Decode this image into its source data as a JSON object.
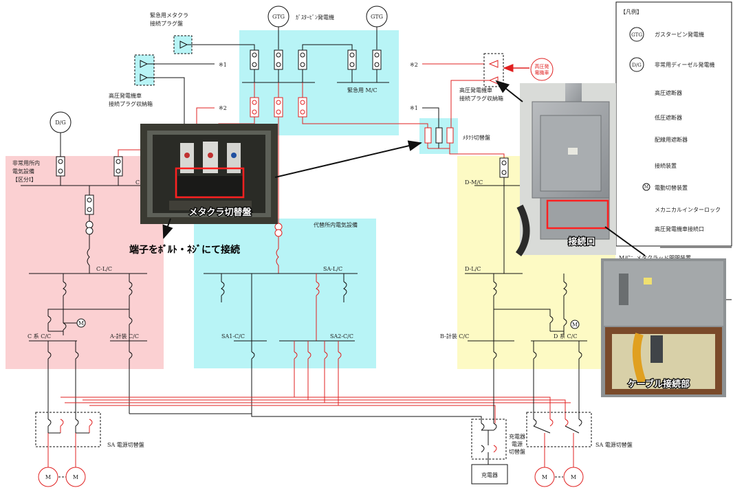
{
  "title_labels": {
    "emergency_plug": "緊急用メタクラ接続プラグ盤",
    "emergency_plug_l1": "緊急用メタクラ",
    "emergency_plug_l2": "接続プラグ盤",
    "gtg_label": "ｶﾞｽﾀｰﾋﾞﾝ発電機",
    "gtg": "GTG",
    "dg": "D/G",
    "emergency_mc": "緊急用 M/C",
    "hv_box_left_l1": "高圧発電機車",
    "hv_box_left_l2": "接続プラグ収納箱",
    "hv_box_right_l1": "高圧発電機車",
    "hv_box_right_l2": "接続プラグ収納箱",
    "note1": "※1",
    "note2": "※2",
    "hv_truck_badge_l1": "高圧発",
    "hv_truck_badge_l2": "電機車",
    "metacla_switch": "ﾒﾀｸﾗ切替盤",
    "area_left_l1": "非常用所内",
    "area_left_l2": "電気設備",
    "area_left_l3": "【区分Ⅰ】",
    "c_mc": "C",
    "d_mc": "D-M/C",
    "alt_area": "代替所内電気設備",
    "c_lc": "C-L/C",
    "sa_lc": "SA-L/C",
    "d_lc": "D-L/C",
    "c_cc": "C 系 C/C",
    "a_cc": "A-計装 C/C",
    "sa1_cc": "SA1-C/C",
    "sa2_cc": "SA2-C/C",
    "b_cc": "B-計装 C/C",
    "d_cc": "D 系 C/C",
    "sa_switch_left": "SA 電源切替盤",
    "sa_switch_right": "SA 電源切替盤",
    "charger_switch_l1": "充電器",
    "charger_switch_l2": "電源",
    "charger_switch_l3": "切替盤",
    "charger": "充電器",
    "motor": "M",
    "photo_metacla_caption": "メタクラ切替盤",
    "photo_connector_caption": "接続口",
    "photo_cable_caption": "ケーブル接続部",
    "bolt_caption": "端子をﾎﾞﾙﾄ・ﾈｼﾞにて接続",
    "mc_note": "M/C：メタクラッド開閉装置"
  },
  "legend": {
    "title": "【凡例】",
    "items": [
      {
        "symbol": "GTG",
        "label": "ガスタービン発電機"
      },
      {
        "symbol": "D/G",
        "label": "非常用ディーゼル発電機"
      },
      {
        "symbol": "",
        "label": "高圧遮断器"
      },
      {
        "symbol": "",
        "label": "低圧遮断器"
      },
      {
        "symbol": "",
        "label": "配線用遮断器"
      },
      {
        "symbol": "",
        "label": "接続装置"
      },
      {
        "symbol": "M",
        "label": "電動切替装置"
      },
      {
        "symbol": "",
        "label": "メカニカルインターロック"
      },
      {
        "symbol": "",
        "label": "高圧発電機車接続口"
      }
    ]
  },
  "colors": {
    "red_line": "#e02020",
    "black_line": "#111111",
    "cyan_area": "#b8f4f6",
    "pink_area": "#fbd0d2",
    "yellow_area": "#fdfac4"
  }
}
